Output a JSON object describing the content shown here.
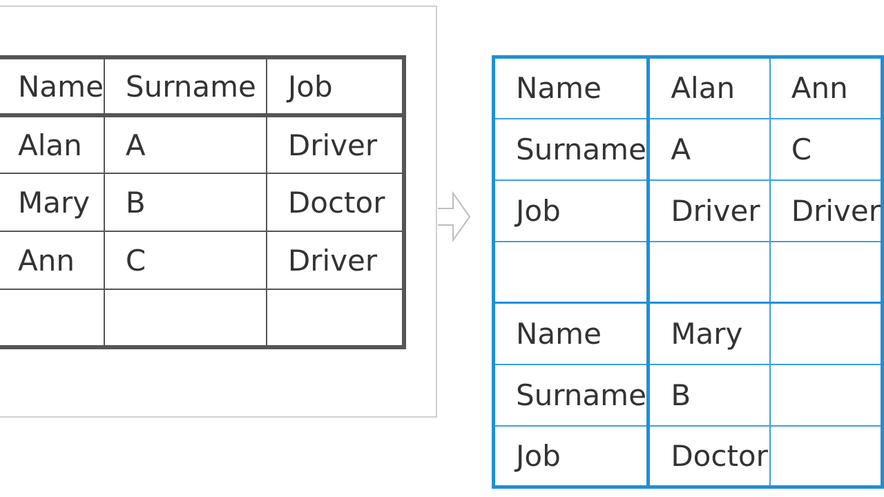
{
  "source_table": {
    "header": [
      "Name",
      "Surname",
      "Job"
    ],
    "rows": [
      [
        "Alan",
        "A",
        "Driver"
      ],
      [
        "Mary",
        "B",
        "Doctor"
      ],
      [
        "Ann",
        "C",
        "Driver"
      ],
      [
        "",
        "",
        ""
      ]
    ]
  },
  "result_table": {
    "rows": [
      [
        "Name",
        "Alan",
        "Ann"
      ],
      [
        "Surname",
        "A",
        "C"
      ],
      [
        "Job",
        "Driver",
        "Driver"
      ],
      [
        "",
        "",
        ""
      ],
      [
        "Name",
        "Mary",
        ""
      ],
      [
        "Surname",
        "B",
        ""
      ],
      [
        "Job",
        "Doctor",
        ""
      ]
    ]
  },
  "colors": {
    "source_border": "#555555",
    "frame_border": "#cfcfcf",
    "result_border": "#1e90d6",
    "text": "#333333"
  },
  "icons": {
    "connector": "right-arrow-icon"
  }
}
